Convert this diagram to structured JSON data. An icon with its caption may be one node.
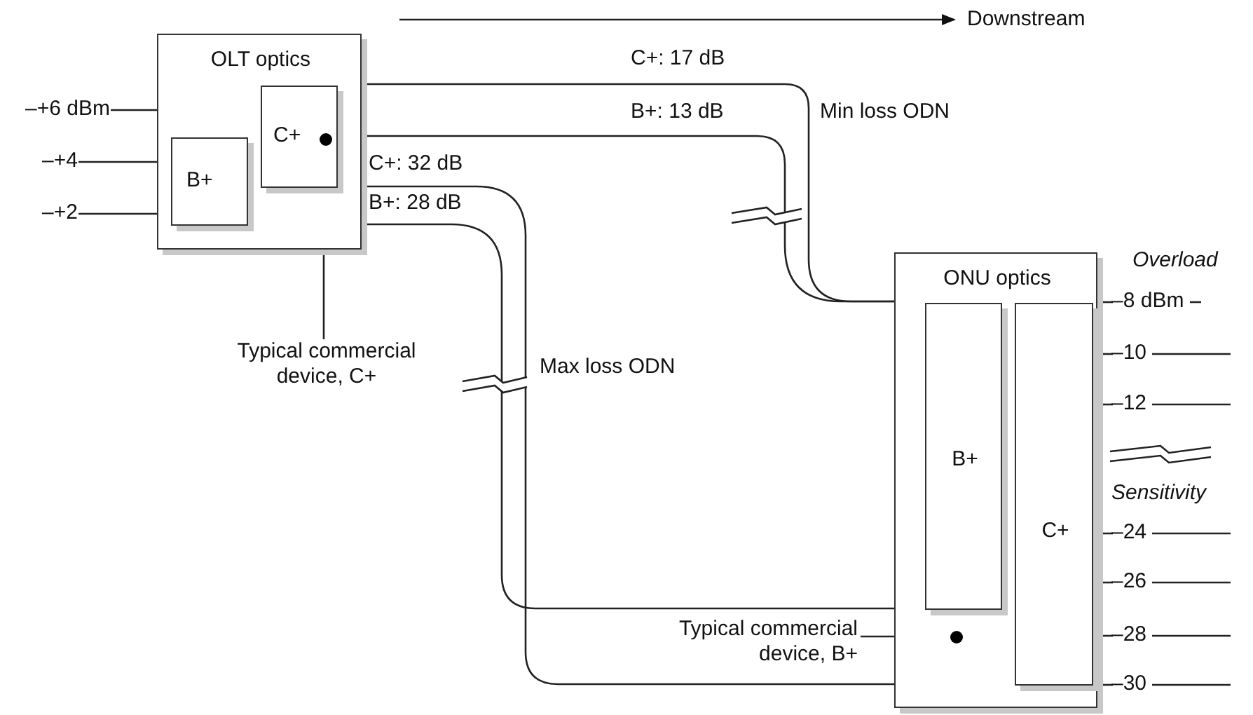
{
  "diagram": {
    "nodes": [
      {
        "text": [
          "OLT optics"
        ]
      },
      {
        "text": [
          "C+"
        ],
        "in": 0
      },
      {
        "text": [
          "B+"
        ],
        "in": 0
      },
      {
        "text": [],
        "shape": "circle",
        "in": 1
      },
      {
        "text": [
          "Typical commercial device, C+"
        ]
      },
      {
        "text": [
          "ONU optics"
        ]
      },
      {
        "text": [
          "B+"
        ],
        "in": 5
      },
      {
        "text": [
          "C+"
        ],
        "in": 5
      },
      {
        "text": [
          "Typical commercial device, B+"
        ]
      },
      {
        "text": [],
        "shape": "circle",
        "in": 5
      }
    ],
    "edges": [
      {
        "from": 1,
        "to": 7,
        "arrow": "none",
        "label": "C+: 17 dB"
      },
      {
        "from": 1,
        "to": 6,
        "arrow": "none",
        "label": "B+: 13 dB"
      },
      {
        "from": 1,
        "to": 7,
        "arrow": "none",
        "label": "C+: 32 dB"
      },
      {
        "from": 2,
        "to": 6,
        "arrow": "none",
        "label": "B+: 28 dB"
      },
      {
        "from": 4,
        "to": 3,
        "arrow": "none"
      },
      {
        "from": 8,
        "to": 9,
        "arrow": "none"
      }
    ],
    "labels": [
      "Downstream",
      "–+6 dBm",
      "Min loss ODN",
      "–+4",
      "–+2",
      "Max loss ODN",
      "Overload",
      "–8 dBm",
      "–10",
      "–12",
      "Sensitivity",
      "–24",
      "–26",
      "–28",
      "–30"
    ]
  }
}
